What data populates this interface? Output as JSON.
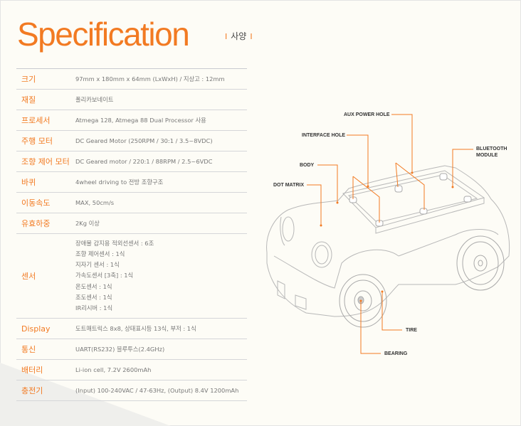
{
  "header": {
    "title": "Specification",
    "subtitle": "사양"
  },
  "colors": {
    "accent": "#f27a22",
    "text": "#777777",
    "background": "#fdfcf6"
  },
  "specs": [
    {
      "label": "크기",
      "value": "97mm x 180mm x 64mm (LxWxH) / 지상고 : 12mm"
    },
    {
      "label": "재질",
      "value": "폴리카보네이트"
    },
    {
      "label": "프로세서",
      "value": "Atmega 128, Atmega 88 Dual Processor 사용"
    },
    {
      "label": "주행 모터",
      "value": "DC Geared Motor (250RPM / 30:1 / 3.5~8VDC)"
    },
    {
      "label": "조향 제어 모터",
      "value": "DC Geared motor / 220:1 / 88RPM / 2.5~6VDC"
    },
    {
      "label": "바퀴",
      "value": "4wheel driving to 전방 조향구조"
    },
    {
      "label": "이동속도",
      "value": "MAX, 50cm/s"
    },
    {
      "label": "유효하중",
      "value": "2Kg 이상"
    }
  ],
  "sensor": {
    "label": "센서",
    "lines": [
      "장애물 감지용 적외선센서 : 6조",
      "조향 제어센서 : 1식",
      "지자기 센서 :  1식",
      "가속도센서 [3축] : 1식",
      "온도센서 : 1식",
      "조도센서 : 1식",
      "IR리시버 : 1식"
    ]
  },
  "specs2": [
    {
      "label": "Display",
      "value": "도트매트릭스 8x8, 상태표시등 13식, 부저 : 1식"
    },
    {
      "label": "통신",
      "value": "UART(RS232) 블루투스(2.4GHz)"
    },
    {
      "label": "배터리",
      "value": "Li-ion cell, 7.2V 2600mAh"
    },
    {
      "label": "충전기",
      "value": "(Input) 100-240VAC / 47-63Hz, (Output) 8.4V 1200mAh"
    }
  ],
  "diagram": {
    "aux_power_hole": "AUX POWER HOLE",
    "interface_hole": "INTERFACE HOLE",
    "body": "BODY",
    "dot_matrix": "DOT MATRIX",
    "bluetooth_1": "BLUETOOTH",
    "bluetooth_2": "MODULE",
    "tire": "TIRE",
    "bearing": "BEARING"
  }
}
